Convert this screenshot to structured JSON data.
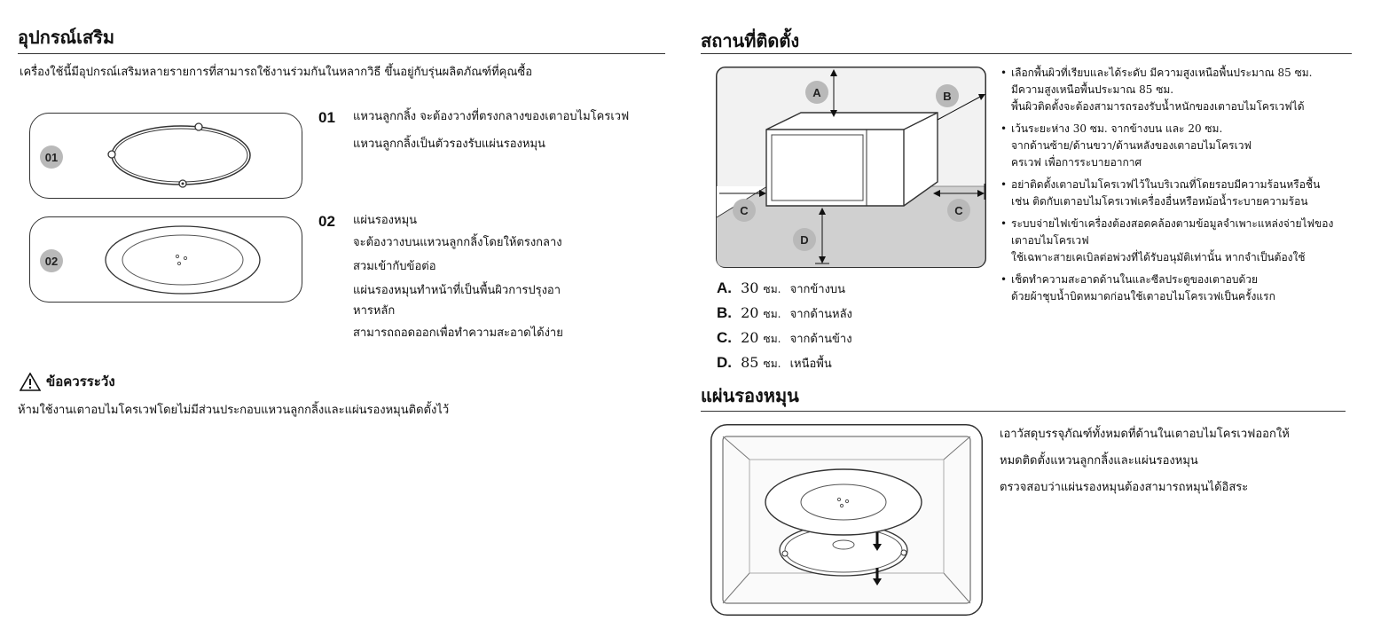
{
  "accessories": {
    "heading": "อุปกรณ์เสริม",
    "intro": "เครื่องใช้นี้มีอุปกรณ์เสริมหลายรายการที่สามารถใช้งานร่วมกันในหลากวิธี  ขึ้นอยู่กับรุ่นผลิตภัณฑ์ที่คุณซื้อ",
    "items": [
      {
        "badge": "01",
        "number": "01",
        "lines": [
          "แหวนลูกกลิ้ง  จะต้องวางที่ตรงกลางของเตาอบไมโครเวฟ",
          "แหวนลูกกลิ้งเป็นตัวรองรับแผ่นรองหมุน"
        ]
      },
      {
        "badge": "02",
        "number": "02",
        "lines": [
          "แผ่นรองหมุน",
          "จะต้องวางบนแหวนลูกกลิ้งโดยให้ตรงกลาง",
          "สวมเข้ากับข้อต่อ",
          "แผ่นรองหมุนทำหน้าที่เป็นพื้นผิวการปรุงอา",
          "หารหลัก",
          "สามารถถอดออกเพื่อทำความสะอาดได้ง่าย"
        ]
      }
    ],
    "caution_title": "ข้อควรระวัง",
    "caution_text": "ห้ามใช้งานเตาอบไมโครเวฟโดยไม่มีส่วนประกอบแหวนลูกกลิ้งและแผ่นรองหมุนติดตั้งไว้"
  },
  "installation": {
    "heading": "สถานที่ติดตั้ง",
    "diagram_labels": {
      "a": "A",
      "b": "B",
      "c1": "C",
      "c2": "C",
      "d": "D"
    },
    "dimensions": [
      {
        "letter": "A.",
        "value": "30",
        "unit": "ซม.",
        "desc": "จากข้างบน"
      },
      {
        "letter": "B.",
        "value": "20",
        "unit": "ซม.",
        "desc": "จากด้านหลัง"
      },
      {
        "letter": "C.",
        "value": "20",
        "unit": "ซม.",
        "desc": "จากด้านข้าง"
      },
      {
        "letter": "D.",
        "value": "85",
        "unit": "ซม.",
        "desc": "เหนือพื้น"
      }
    ],
    "bullets": [
      [
        "เลือกพื้นผิวที่เรียบและได้ระดับ  มีความสูงเหนือพื้นประมาณ  85  ซม.",
        "มีความสูงเหนือพื้นประมาณ  85  ซม.",
        "พื้นผิวติดตั้งจะต้องสามารถรองรับน้ำหนักของเตาอบไมโครเวฟได้"
      ],
      [
        "เว้นระยะห่าง  30  ซม.  จากข้างบน  และ  20  ซม.",
        "จากด้านซ้าย/ด้านขวา/ด้านหลังของเตาอบไมโครเวฟ",
        "ครเวฟ  เพื่อการระบายอากาศ"
      ],
      [
        "อย่าติดตั้งเตาอบไมโครเวฟไว้ในบริเวณที่โดยรอบมีความร้อนหรือชื้น",
        "เช่น  ติดกับเตาอบไมโครเวฟเครื่องอื่นหรือหม้อน้ำระบายความร้อน"
      ],
      [
        "ระบบจ่ายไฟเข้าเครื่องต้องสอดคล้องตามข้อมูลจำเพาะแหล่งจ่ายไฟของ",
        "เตาอบไมโครเวฟ",
        "ใช้เฉพาะสายเคเบิลต่อพ่วงที่ได้รับอนุมัติเท่านั้น  หากจำเป็นต้องใช้"
      ],
      [
        "เช็ดทำความสะอาดด้านในและซีลประตูของเตาอบด้วย",
        "ด้วยผ้าชุบน้ำบิดหมาดก่อนใช้เตาอบไมโครเวฟเป็นครั้งแรก"
      ]
    ]
  },
  "turntable": {
    "heading": "แผ่นรองหมุน",
    "lines": [
      "เอาวัสดุบรรจุภัณฑ์ทั้งหมดที่ด้านในเตาอบไมโครเวฟออกให้",
      "หมดติดตั้งแหวนลูกกลิ้งและแผ่นรองหมุน",
      "ตรวจสอบว่าแผ่นรองหมุนต้องสามารถหมุนได้อิสระ"
    ]
  },
  "colors": {
    "badge": "#b9b9b9",
    "floor": "#d0d0d0",
    "wall": "#f2f2f2",
    "rule": "#333333"
  }
}
